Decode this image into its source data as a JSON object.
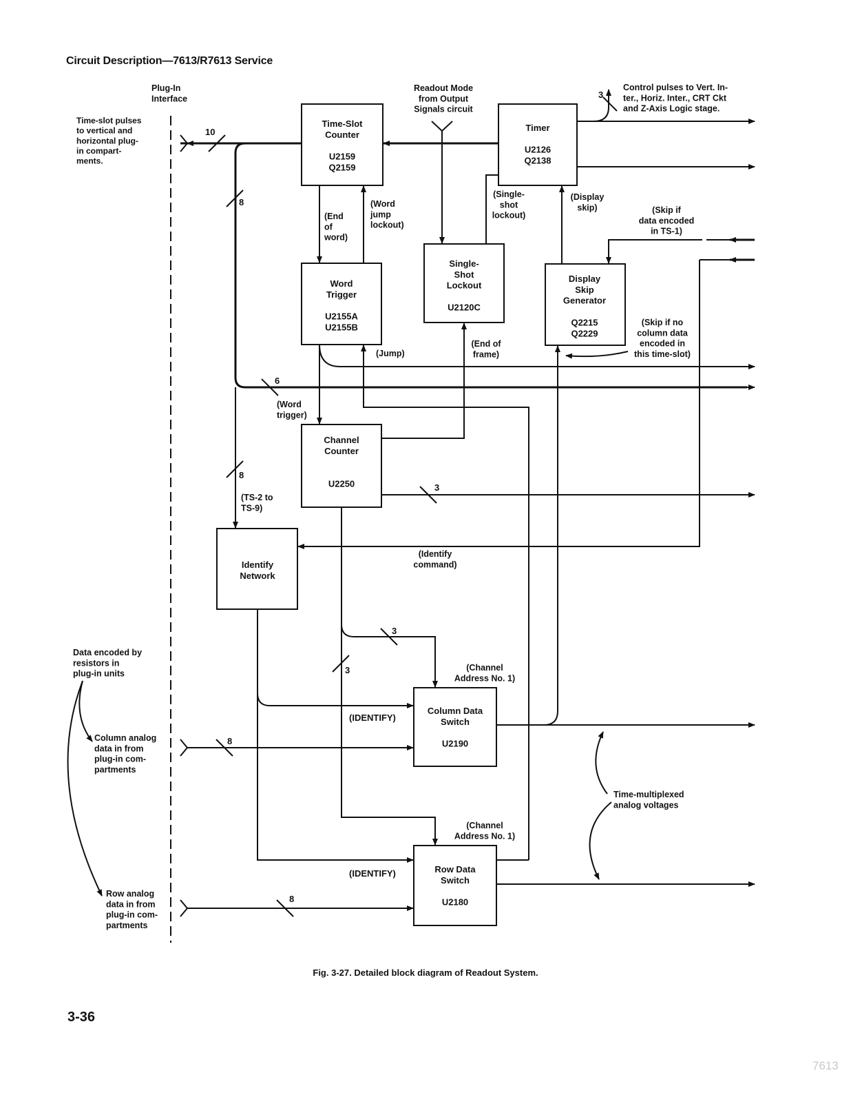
{
  "header": {
    "title": "Circuit Description—7613/R7613 Service"
  },
  "caption": "Fig. 3-27.  Detailed block diagram of Readout System.",
  "page_number": "3-36",
  "watermark": "7613",
  "blocks": {
    "time_slot_counter": [
      "Time-Slot",
      "Counter",
      "",
      "U2159",
      "Q2159"
    ],
    "timer": [
      "Timer",
      "",
      "U2126",
      "Q2138"
    ],
    "word_trigger": [
      "Word",
      "Trigger",
      "",
      "U2155A",
      "U2155B"
    ],
    "single_shot_lockout": [
      "Single-",
      "Shot",
      "Lockout",
      "",
      "U2120C"
    ],
    "display_skip_generator": [
      "Display",
      "Skip",
      "Generator",
      "",
      "Q2215",
      "Q2229"
    ],
    "channel_counter": [
      "Channel",
      "Counter",
      "",
      "",
      "U2250"
    ],
    "identify_network": [
      "Identify",
      "Network"
    ],
    "column_data_switch": [
      "Column Data",
      "Switch",
      "",
      "U2190"
    ],
    "row_data_switch": [
      "Row Data",
      "Switch",
      "",
      "U2180"
    ]
  },
  "labels": {
    "plugin_interface": [
      "Plug-In",
      "Interface"
    ],
    "readout_mode": [
      "Readout Mode",
      "from Output",
      "Signals circuit"
    ],
    "control_pulses": [
      "Control pulses to Vert. In-",
      "ter., Horiz. Inter., CRT Ckt",
      "and Z-Axis Logic stage."
    ],
    "time_slot_pulses": [
      "Time-slot pulses",
      "to vertical and",
      "horizontal plug-",
      "in compart-",
      "ments."
    ],
    "end_of_word": [
      "(End",
      "of",
      "word)"
    ],
    "word_jump_lockout": [
      "(Word",
      "jump",
      "lockout)"
    ],
    "single_shot_lockout_sig": [
      "(Single-",
      "shot",
      "lockout)"
    ],
    "display_skip_sig": [
      "(Display",
      "skip)"
    ],
    "skip_ts1": [
      "(Skip if",
      "data encoded",
      "in TS-1)"
    ],
    "skip_no_column": [
      "(Skip if no",
      "column data",
      "encoded in",
      "this time-slot)"
    ],
    "end_of_frame": [
      "(End of",
      "frame)"
    ],
    "jump": [
      "(Jump)"
    ],
    "word_trigger_sig": [
      "(Word",
      "trigger)"
    ],
    "ts2_ts9": [
      "(TS-2 to",
      "TS-9)"
    ],
    "identify_command": [
      "(Identify",
      "command)"
    ],
    "data_encoded": [
      "Data encoded by",
      "resistors in",
      "plug-in units"
    ],
    "column_analog": [
      "Column analog",
      "data in from",
      "plug-in com-",
      "partments"
    ],
    "row_analog": [
      "Row analog",
      "data in from",
      "plug-in com-",
      "partments"
    ],
    "channel_address_1": [
      "(Channel",
      "Address No. 1)"
    ],
    "channel_address_2": [
      "(Channel",
      "Address No. 1)"
    ],
    "identify_1": [
      "(IDENTIFY)"
    ],
    "identify_2": [
      "(IDENTIFY)"
    ],
    "time_multiplexed": [
      "Time-multiplexed",
      "analog voltages"
    ]
  },
  "bus_widths": {
    "ts_out": "10",
    "ts_8a": "8",
    "ts_6": "6",
    "ts_8b": "8",
    "chan_out": "3",
    "chan_col": "3",
    "chan_row": "3",
    "col_in": "8",
    "row_in": "8",
    "control": "3"
  }
}
